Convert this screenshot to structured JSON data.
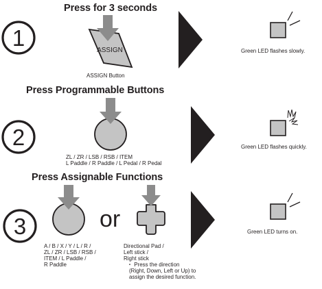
{
  "steps": [
    {
      "number": "1",
      "heading": "Press for 3 seconds",
      "button_label": "ASSIGN",
      "button_caption": "ASSIGN Button",
      "led_text": "Green LED flashes slowly."
    },
    {
      "number": "2",
      "heading": "Press Programmable Buttons",
      "buttons_line1": "ZL / ZR / LSB / RSB / ITEM",
      "buttons_line2": "L Paddle / R Paddle / L Pedal / R Pedal",
      "led_text": "Green LED flashes quickly."
    },
    {
      "number": "3",
      "heading": "Press Assignable Functions",
      "or_text": "or",
      "buttons_lines": [
        "A / B / X / Y / L / R /",
        "ZL / ZR / LSB / RSB /",
        "ITEM / L Paddle /",
        "R Paddle"
      ],
      "dpad_lines": [
        "Directional Pad /",
        "Left stick /",
        "Right stick"
      ],
      "note_lines": [
        "・ Press the direction",
        "(Right, Down, Left or Up) to",
        "assign the desired function."
      ],
      "led_text": "Green LED turns on."
    }
  ],
  "colors": {
    "ink": "#231f20",
    "arrow": "#8c8c8c",
    "button_fill": "#c4c4c4",
    "led_fill": "#c4c4c4"
  }
}
